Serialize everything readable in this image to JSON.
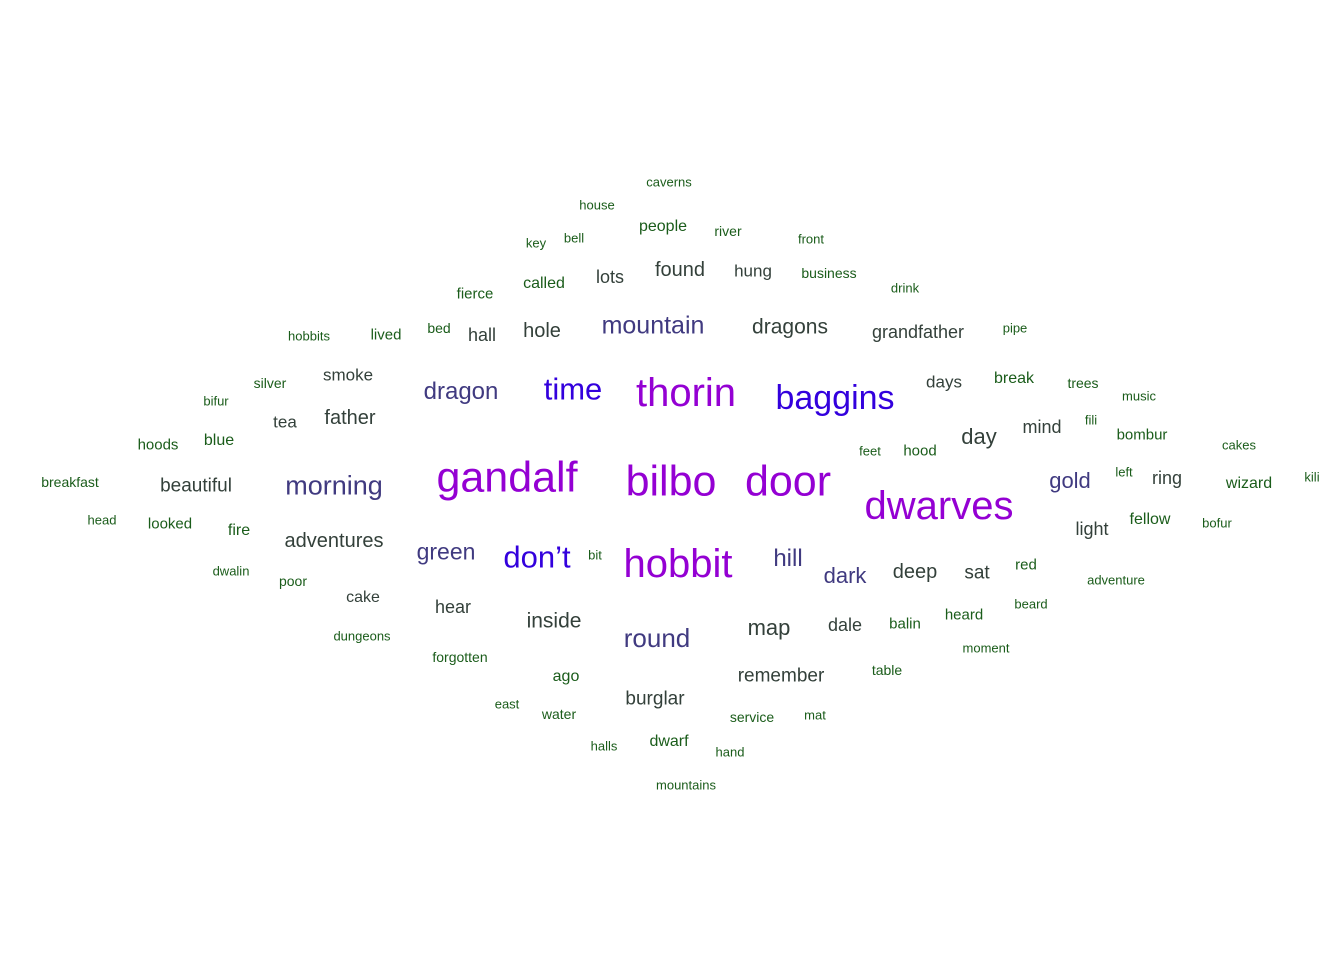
{
  "chart_data": {
    "type": "wordcloud",
    "colors": {
      "tier1": "#9400D3",
      "tier2": "#3300DD",
      "tier3": "#403A80",
      "tier4": "#33403A",
      "tier5": "#1A5C1A"
    },
    "words": [
      {
        "text": "gandalf",
        "tier": 1
      },
      {
        "text": "bilbo",
        "tier": 1
      },
      {
        "text": "door",
        "tier": 1
      },
      {
        "text": "hobbit",
        "tier": 1
      },
      {
        "text": "thorin",
        "tier": 1
      },
      {
        "text": "dwarves",
        "tier": 1
      },
      {
        "text": "baggins",
        "tier": 2
      },
      {
        "text": "time",
        "tier": 2
      },
      {
        "text": "don’t",
        "tier": 2
      },
      {
        "text": "mountain",
        "tier": 3
      },
      {
        "text": "dragon",
        "tier": 3
      },
      {
        "text": "morning",
        "tier": 3
      },
      {
        "text": "round",
        "tier": 3
      },
      {
        "text": "green",
        "tier": 3
      },
      {
        "text": "gold",
        "tier": 3
      },
      {
        "text": "dark",
        "tier": 3
      },
      {
        "text": "hill",
        "tier": 3
      },
      {
        "text": "dragons",
        "tier": 4
      },
      {
        "text": "day",
        "tier": 4
      },
      {
        "text": "map",
        "tier": 4
      },
      {
        "text": "deep",
        "tier": 4
      },
      {
        "text": "adventures",
        "tier": 4
      },
      {
        "text": "inside",
        "tier": 4
      },
      {
        "text": "hole",
        "tier": 4
      },
      {
        "text": "found",
        "tier": 4
      },
      {
        "text": "father",
        "tier": 4
      },
      {
        "text": "beautiful",
        "tier": 4
      },
      {
        "text": "remember",
        "tier": 4
      },
      {
        "text": "burglar",
        "tier": 4
      },
      {
        "text": "grandfather",
        "tier": 4
      },
      {
        "text": "hear",
        "tier": 4
      },
      {
        "text": "dale",
        "tier": 4
      },
      {
        "text": "sat",
        "tier": 4
      },
      {
        "text": "mind",
        "tier": 4
      },
      {
        "text": "light",
        "tier": 4
      },
      {
        "text": "ring",
        "tier": 4
      },
      {
        "text": "smoke",
        "tier": 4
      },
      {
        "text": "lots",
        "tier": 4
      },
      {
        "text": "hung",
        "tier": 4
      },
      {
        "text": "hall",
        "tier": 4
      },
      {
        "text": "tea",
        "tier": 4
      },
      {
        "text": "days",
        "tier": 4
      },
      {
        "text": "cake",
        "tier": 4
      },
      {
        "text": "called",
        "tier": 5
      },
      {
        "text": "people",
        "tier": 5
      },
      {
        "text": "blue",
        "tier": 5
      },
      {
        "text": "fire",
        "tier": 5
      },
      {
        "text": "break",
        "tier": 5
      },
      {
        "text": "wizard",
        "tier": 5
      },
      {
        "text": "fellow",
        "tier": 5
      },
      {
        "text": "bombur",
        "tier": 5
      },
      {
        "text": "ago",
        "tier": 5
      },
      {
        "text": "dwarf",
        "tier": 5
      },
      {
        "text": "looked",
        "tier": 5
      },
      {
        "text": "balin",
        "tier": 5
      },
      {
        "text": "breakfast",
        "tier": 5
      },
      {
        "text": "hoods",
        "tier": 5
      },
      {
        "text": "fierce",
        "tier": 5
      },
      {
        "text": "lived",
        "tier": 5
      },
      {
        "text": "hood",
        "tier": 5
      },
      {
        "text": "heard",
        "tier": 5
      },
      {
        "text": "water",
        "tier": 5
      },
      {
        "text": "business",
        "tier": 5
      },
      {
        "text": "forgotten",
        "tier": 5
      },
      {
        "text": "silver",
        "tier": 5
      },
      {
        "text": "poor",
        "tier": 5
      },
      {
        "text": "red",
        "tier": 5
      },
      {
        "text": "trees",
        "tier": 5
      },
      {
        "text": "service",
        "tier": 5
      },
      {
        "text": "table",
        "tier": 5
      },
      {
        "text": "river",
        "tier": 5
      },
      {
        "text": "bed",
        "tier": 5
      },
      {
        "text": "hobbits",
        "tier": 5
      },
      {
        "text": "feet",
        "tier": 5
      },
      {
        "text": "head",
        "tier": 5
      },
      {
        "text": "dungeons",
        "tier": 5
      },
      {
        "text": "moment",
        "tier": 5
      },
      {
        "text": "adventure",
        "tier": 5
      },
      {
        "text": "beard",
        "tier": 5
      },
      {
        "text": "cakes",
        "tier": 5
      },
      {
        "text": "bofur",
        "tier": 5
      },
      {
        "text": "dwalin",
        "tier": 5
      },
      {
        "text": "mountains",
        "tier": 5
      },
      {
        "text": "house",
        "tier": 5
      },
      {
        "text": "caverns",
        "tier": 5
      },
      {
        "text": "front",
        "tier": 5
      },
      {
        "text": "drink",
        "tier": 5
      },
      {
        "text": "pipe",
        "tier": 5
      },
      {
        "text": "music",
        "tier": 5
      },
      {
        "text": "key",
        "tier": 5
      },
      {
        "text": "bell",
        "tier": 5
      },
      {
        "text": "bifur",
        "tier": 5
      },
      {
        "text": "fili",
        "tier": 5
      },
      {
        "text": "left",
        "tier": 5
      },
      {
        "text": "kili",
        "tier": 5
      },
      {
        "text": "bit",
        "tier": 5
      },
      {
        "text": "east",
        "tier": 5
      },
      {
        "text": "halls",
        "tier": 5
      },
      {
        "text": "hand",
        "tier": 5
      },
      {
        "text": "mat",
        "tier": 5
      }
    ]
  }
}
